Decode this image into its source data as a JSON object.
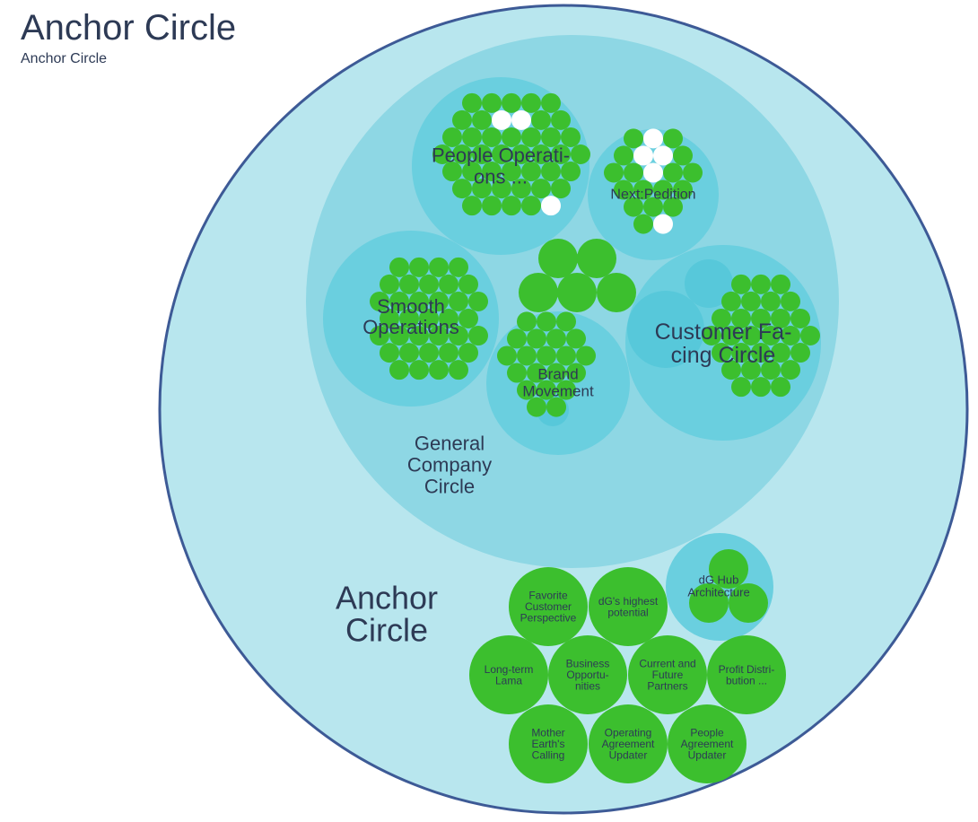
{
  "header": {
    "title": "Anchor Circle",
    "subtitle": "Anchor Circle"
  },
  "colors": {
    "anchor_fill": "#b8e6ee",
    "anchor_stroke": "#3d5a96",
    "general_fill": "#8ed7e4",
    "sub_fill": "#6acfdf",
    "inner_fill": "#57c8da",
    "role_green": "#3cbf2e",
    "role_white": "#ffffff",
    "text": "#2d3a55"
  },
  "anchor": {
    "label_lines": [
      "Anchor",
      "Circle"
    ]
  },
  "general": {
    "label_lines": [
      "General",
      "Company",
      "Circle"
    ]
  },
  "circles": {
    "people_ops": {
      "label_lines": [
        "People Operati-",
        "ons ..."
      ]
    },
    "next_pedition": {
      "label_lines": [
        "Next:Pedition"
      ]
    },
    "smooth_ops": {
      "label_lines": [
        "Smooth",
        "Operations"
      ]
    },
    "brand": {
      "label_lines": [
        "Brand",
        "Movement"
      ]
    },
    "customer": {
      "label_lines": [
        "Customer Fa-",
        "cing Circle"
      ]
    },
    "dg_hub": {
      "label_lines": [
        "dG Hub",
        "Architecture"
      ]
    }
  },
  "roles": [
    {
      "id": "favorite",
      "lines": [
        "Favorite",
        "Customer",
        "Perspective"
      ]
    },
    {
      "id": "highest",
      "lines": [
        "dG's highest",
        "potential"
      ]
    },
    {
      "id": "lama",
      "lines": [
        "Long-term",
        "Lama"
      ]
    },
    {
      "id": "business",
      "lines": [
        "Business",
        "Opportu-",
        "nities"
      ]
    },
    {
      "id": "partners",
      "lines": [
        "Current and",
        "Future",
        "Partners"
      ]
    },
    {
      "id": "profit",
      "lines": [
        "Profit Distri-",
        "bution ..."
      ]
    },
    {
      "id": "mother",
      "lines": [
        "Mother",
        "Earth's",
        "Calling"
      ]
    },
    {
      "id": "operating",
      "lines": [
        "Operating",
        "Agreement",
        "Updater"
      ]
    },
    {
      "id": "people_agreement",
      "lines": [
        "People",
        "Agreement",
        "Updater"
      ]
    }
  ]
}
